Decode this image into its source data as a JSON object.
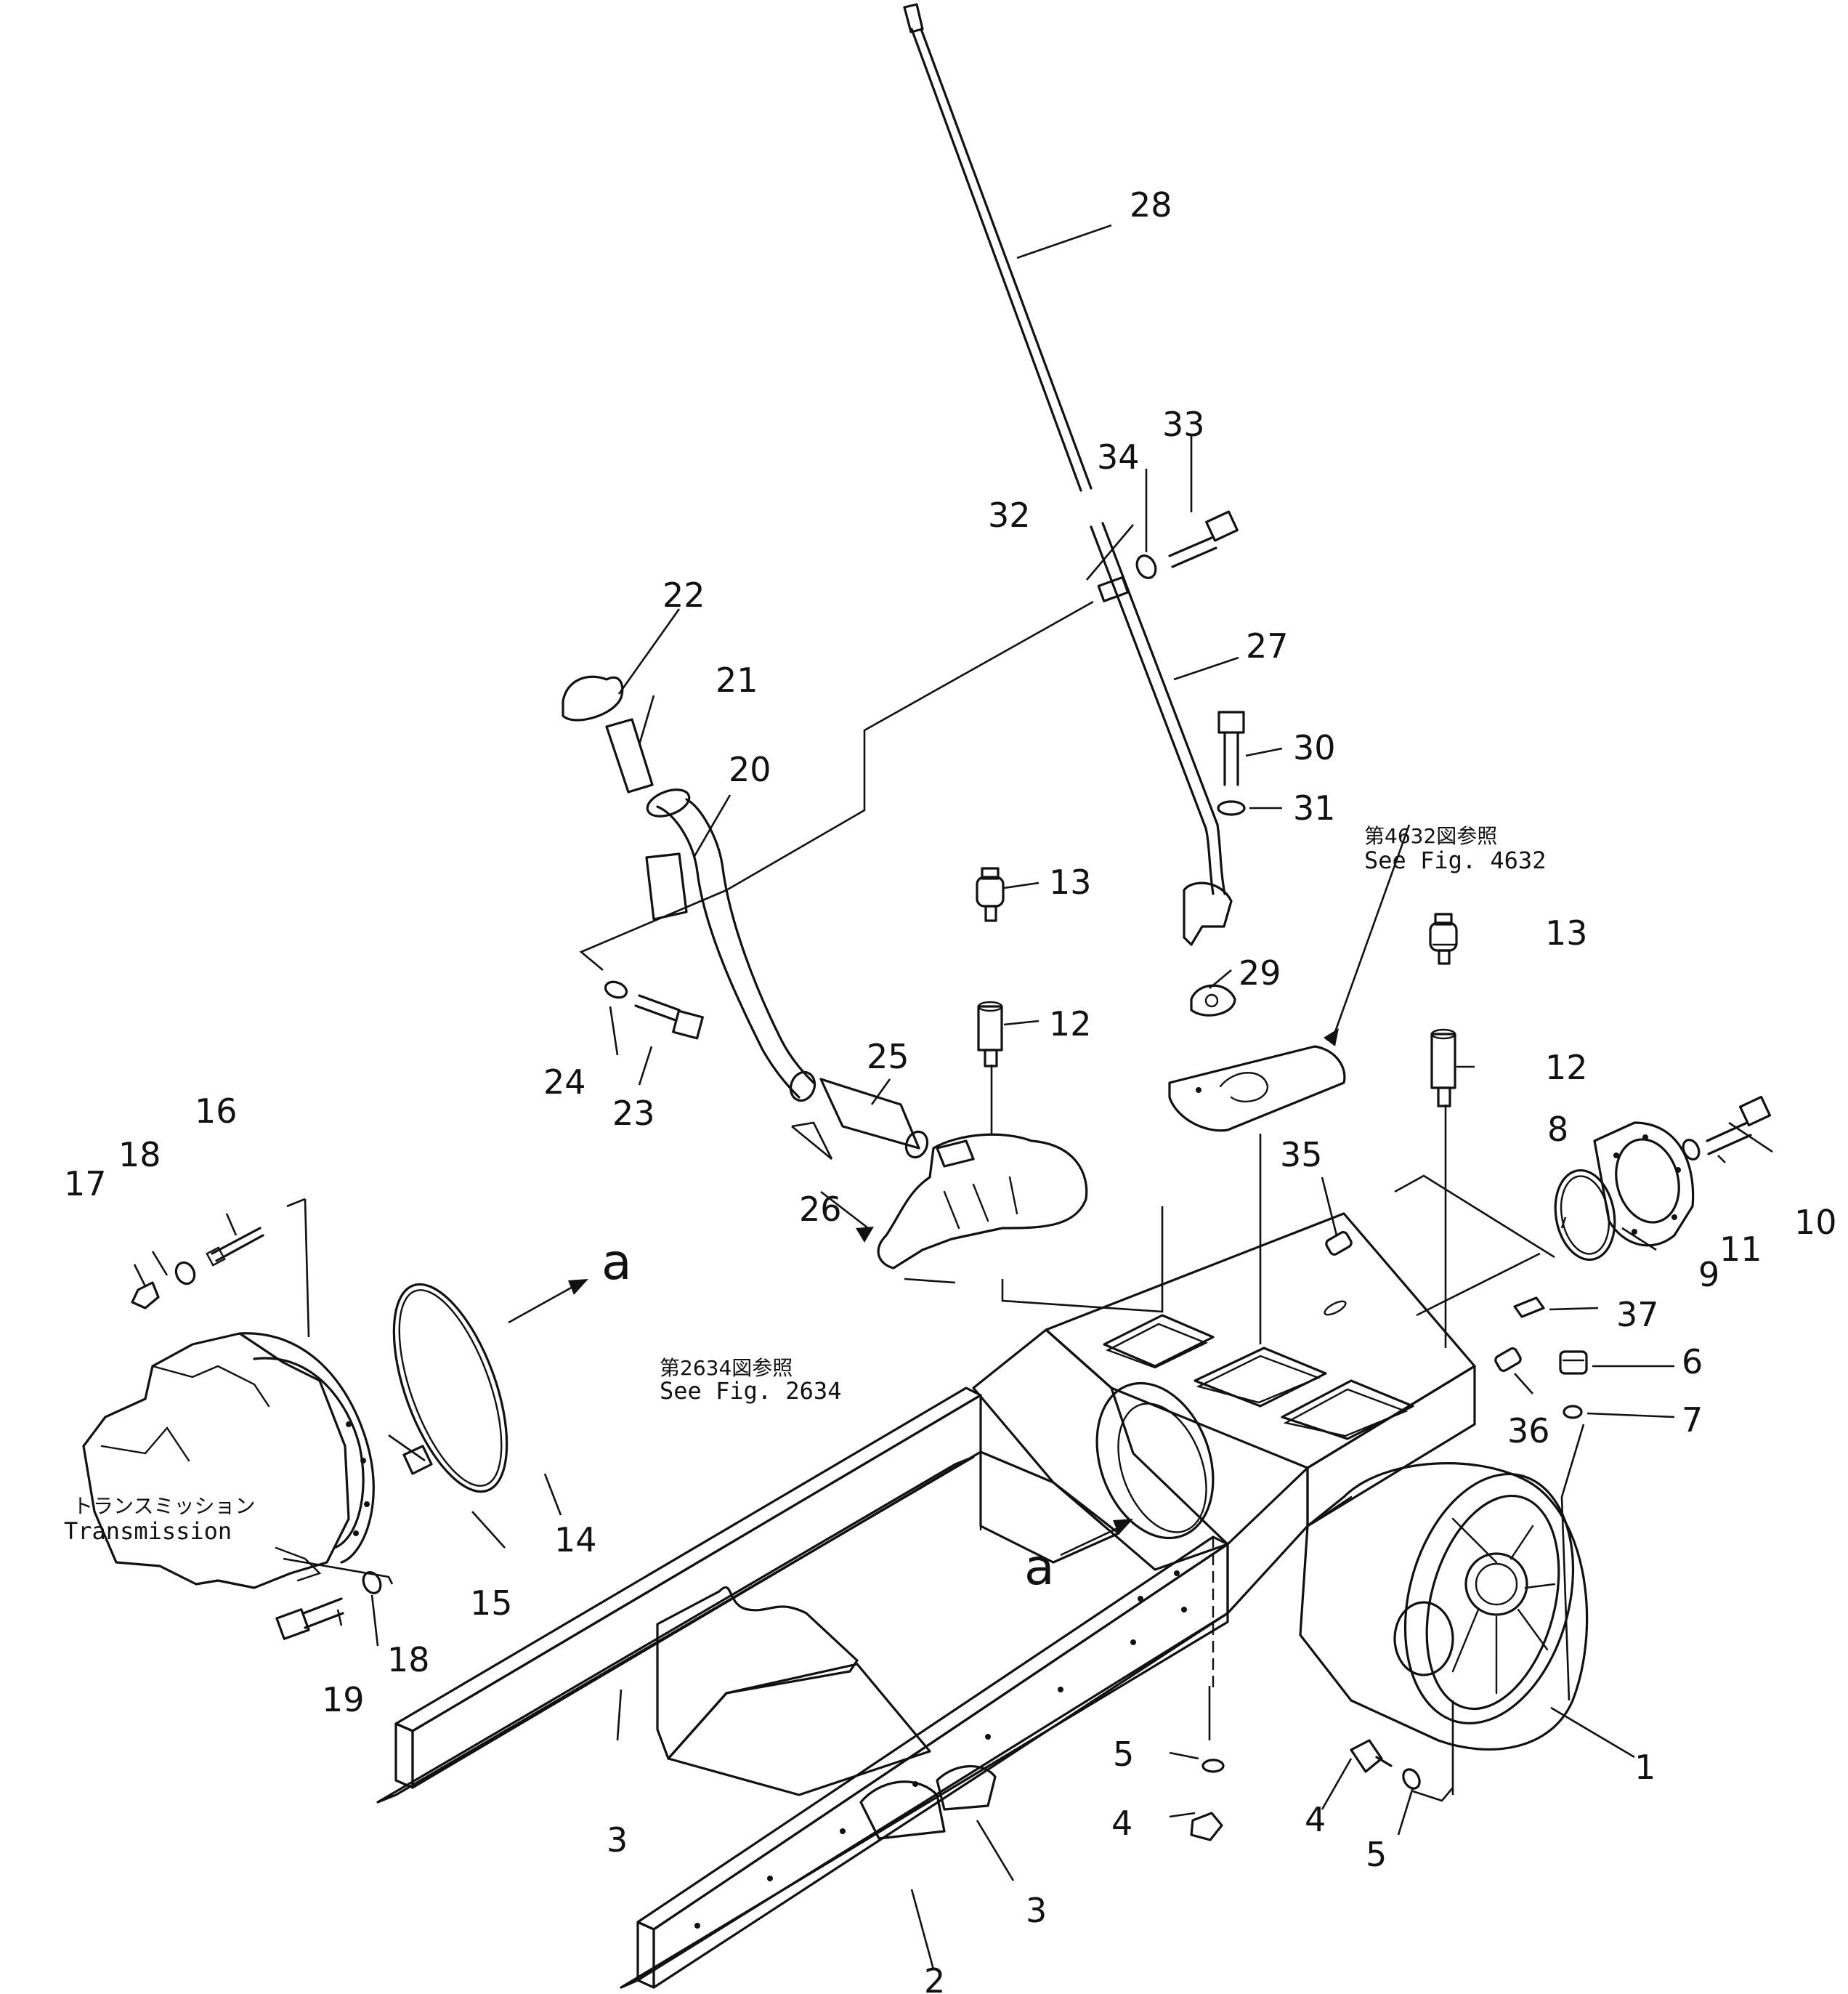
{
  "callouts": {
    "c1": "1",
    "c2": "2",
    "c3a": "3",
    "c3b": "3",
    "c4a": "4",
    "c4b": "4",
    "c5a": "5",
    "c5b": "5",
    "c6": "6",
    "c7": "7",
    "c8": "8",
    "c9": "9",
    "c10": "10",
    "c11": "11",
    "c12a": "12",
    "c12b": "12",
    "c13a": "13",
    "c13b": "13",
    "c14": "14",
    "c15": "15",
    "c16": "16",
    "c17": "17",
    "c18a": "18",
    "c18b": "18",
    "c19": "19",
    "c20": "20",
    "c21": "21",
    "c22": "22",
    "c23": "23",
    "c24": "24",
    "c25": "25",
    "c26": "26",
    "c27": "27",
    "c28": "28",
    "c29": "29",
    "c30": "30",
    "c31": "31",
    "c32": "32",
    "c33": "33",
    "c34": "34",
    "c35": "35",
    "c36": "36",
    "c37": "37"
  },
  "view_marks": {
    "upper": "a",
    "lower": "a"
  },
  "references": {
    "fig4632_jp": "第4632図参照",
    "fig4632_en": "See  Fig.  4632",
    "fig2634_jp": "第2634図参照",
    "fig2634_en": "See  Fig.  2634"
  },
  "transmission": {
    "jp": "トランスミッション",
    "en": "Transmission"
  }
}
